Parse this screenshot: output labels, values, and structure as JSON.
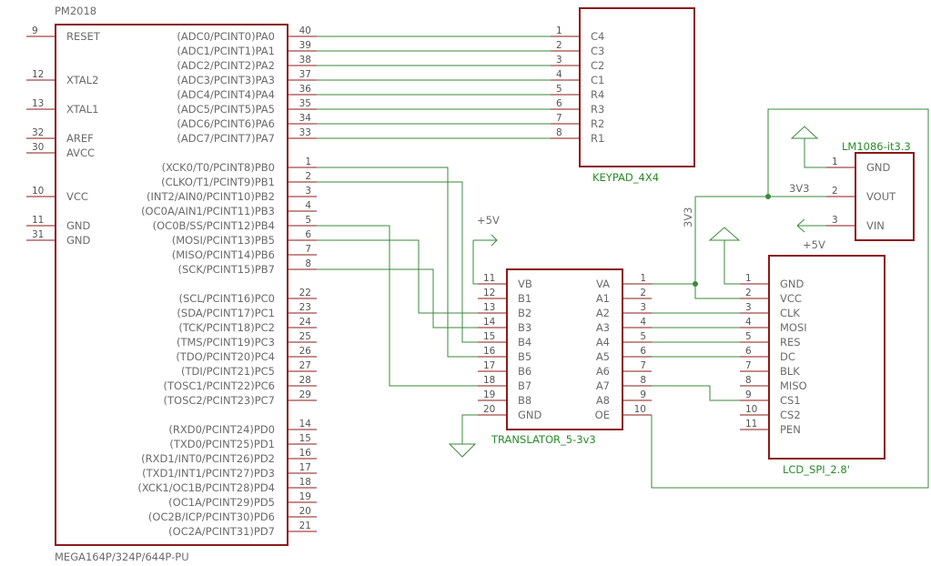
{
  "mcu": {
    "title": "PM2018",
    "part": "MEGA164P/324P/644P-PU",
    "left_pins": [
      {
        "num": "9",
        "name": "RESET"
      },
      {
        "num": "12",
        "name": "XTAL2"
      },
      {
        "num": "13",
        "name": "XTAL1"
      },
      {
        "num": "32",
        "name": "AREF"
      },
      {
        "num": "30",
        "name": "AVCC"
      },
      {
        "num": "10",
        "name": "VCC"
      },
      {
        "num": "11",
        "name": "GND"
      },
      {
        "num": "31",
        "name": "GND"
      }
    ],
    "right_pins": [
      {
        "num": "40",
        "name": "(ADC0/PCINT0)PA0"
      },
      {
        "num": "39",
        "name": "(ADC1/PCINT1)PA1"
      },
      {
        "num": "38",
        "name": "(ADC2/PCINT2)PA2"
      },
      {
        "num": "37",
        "name": "(ADC3/PCINT3)PA3"
      },
      {
        "num": "36",
        "name": "(ADC4/PCINT4)PA4"
      },
      {
        "num": "35",
        "name": "(ADC5/PCINT5)PA5"
      },
      {
        "num": "34",
        "name": "(ADC6/PCINT6)PA6"
      },
      {
        "num": "33",
        "name": "(ADC7/PCINT7)PA7"
      },
      {
        "num": "1",
        "name": "(XCK0/T0/PCINT8)PB0"
      },
      {
        "num": "2",
        "name": "(CLKO/T1/PCINT9)PB1"
      },
      {
        "num": "3",
        "name": "(INT2/AIN0/PCINT10)PB2"
      },
      {
        "num": "4",
        "name": "(OC0A/AIN1/PCINT11)PB3"
      },
      {
        "num": "5",
        "name": "(OC0B/SS/PCINT12)PB4"
      },
      {
        "num": "6",
        "name": "(MOSI/PCINT13)PB5"
      },
      {
        "num": "7",
        "name": "(MISO/PCINT14)PB6"
      },
      {
        "num": "8",
        "name": "(SCK/PCINT15)PB7"
      },
      {
        "num": "22",
        "name": "(SCL/PCINT16)PC0"
      },
      {
        "num": "23",
        "name": "(SDA/PCINT17)PC1"
      },
      {
        "num": "24",
        "name": "(TCK/PCINT18)PC2"
      },
      {
        "num": "25",
        "name": "(TMS/PCINT19)PC3"
      },
      {
        "num": "26",
        "name": "(TDO/PCINT20)PC4"
      },
      {
        "num": "27",
        "name": "(TDI/PCINT21)PC5"
      },
      {
        "num": "28",
        "name": "(TOSC1/PCINT22)PC6"
      },
      {
        "num": "29",
        "name": "(TOSC2/PCINT23)PC7"
      },
      {
        "num": "14",
        "name": "(RXD0/PCINT24)PD0"
      },
      {
        "num": "15",
        "name": "(TXD0/PCINT25)PD1"
      },
      {
        "num": "16",
        "name": "(RXD1/INT0/PCINT26)PD2"
      },
      {
        "num": "17",
        "name": "(TXD1/INT1/PCINT27)PD3"
      },
      {
        "num": "18",
        "name": "(XCK1/OC1B/PCINT28)PD4"
      },
      {
        "num": "19",
        "name": "(OC1A/PCINT29)PD5"
      },
      {
        "num": "20",
        "name": "(OC2B/ICP/PCINT30)PD6"
      },
      {
        "num": "21",
        "name": "(OC2A/PCINT31)PD7"
      }
    ]
  },
  "keypad": {
    "title": "KEYPAD_4X4",
    "pins": [
      {
        "num": "1",
        "name": "C4"
      },
      {
        "num": "2",
        "name": "C3"
      },
      {
        "num": "3",
        "name": "C2"
      },
      {
        "num": "4",
        "name": "C1"
      },
      {
        "num": "5",
        "name": "R4"
      },
      {
        "num": "6",
        "name": "R3"
      },
      {
        "num": "7",
        "name": "R2"
      },
      {
        "num": "8",
        "name": "R1"
      }
    ]
  },
  "translator": {
    "title": "TRANSLATOR_5-3v3",
    "left_pins": [
      {
        "num": "11",
        "name": "VB"
      },
      {
        "num": "12",
        "name": "B1"
      },
      {
        "num": "13",
        "name": "B2"
      },
      {
        "num": "14",
        "name": "B3"
      },
      {
        "num": "15",
        "name": "B4"
      },
      {
        "num": "16",
        "name": "B5"
      },
      {
        "num": "17",
        "name": "B6"
      },
      {
        "num": "18",
        "name": "B7"
      },
      {
        "num": "19",
        "name": "B8"
      },
      {
        "num": "20",
        "name": "GND"
      }
    ],
    "right_pins": [
      {
        "num": "1",
        "name": "VA"
      },
      {
        "num": "2",
        "name": "A1"
      },
      {
        "num": "3",
        "name": "A2"
      },
      {
        "num": "4",
        "name": "A3"
      },
      {
        "num": "5",
        "name": "A4"
      },
      {
        "num": "6",
        "name": "A5"
      },
      {
        "num": "7",
        "name": "A6"
      },
      {
        "num": "8",
        "name": "A7"
      },
      {
        "num": "9",
        "name": "A8"
      },
      {
        "num": "10",
        "name": "OE"
      }
    ]
  },
  "lcd": {
    "title": "LCD_SPI_2.8'",
    "pins": [
      {
        "num": "1",
        "name": "GND"
      },
      {
        "num": "2",
        "name": "VCC"
      },
      {
        "num": "3",
        "name": "CLK"
      },
      {
        "num": "4",
        "name": "MOSI"
      },
      {
        "num": "5",
        "name": "RES"
      },
      {
        "num": "6",
        "name": "DC"
      },
      {
        "num": "7",
        "name": "BLK"
      },
      {
        "num": "8",
        "name": "MISO"
      },
      {
        "num": "9",
        "name": "CS1"
      },
      {
        "num": "10",
        "name": "CS2"
      },
      {
        "num": "11",
        "name": "PEN"
      }
    ]
  },
  "regulator": {
    "title": "LM1086-it3.3",
    "pins": [
      {
        "num": "1",
        "name": "GND"
      },
      {
        "num": "2",
        "name": "VOUT"
      },
      {
        "num": "3",
        "name": "VIN"
      }
    ]
  },
  "nets": {
    "plus5v_translator": "+5V",
    "plus5v_lcd": "+5V",
    "net_3v3_horizontal": "3V3",
    "net_3v3_vertical": "3V3"
  },
  "colors": {
    "part_outline": "#8b1a1a",
    "wire": "#3a8a3a",
    "text": "#6b6b6b",
    "label": "#2a8a2a"
  }
}
